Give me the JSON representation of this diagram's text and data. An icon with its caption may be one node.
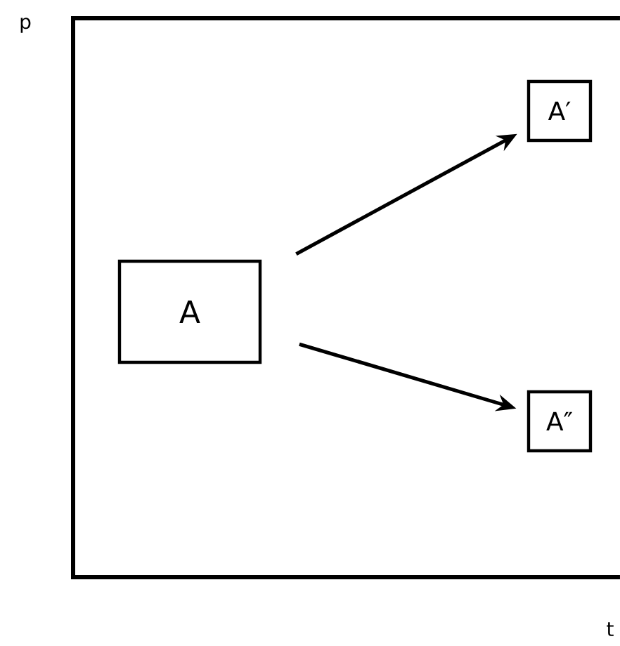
{
  "diagram": {
    "nodes": [
      {
        "text": [
          "A"
        ]
      },
      {
        "text": [
          "A′"
        ]
      },
      {
        "text": [
          "A″"
        ]
      }
    ],
    "edges": [
      {
        "from": 0,
        "to": 1,
        "arrow": "to"
      },
      {
        "from": 0,
        "to": 2,
        "arrow": "to"
      }
    ],
    "labels": [
      "p",
      "t"
    ]
  }
}
